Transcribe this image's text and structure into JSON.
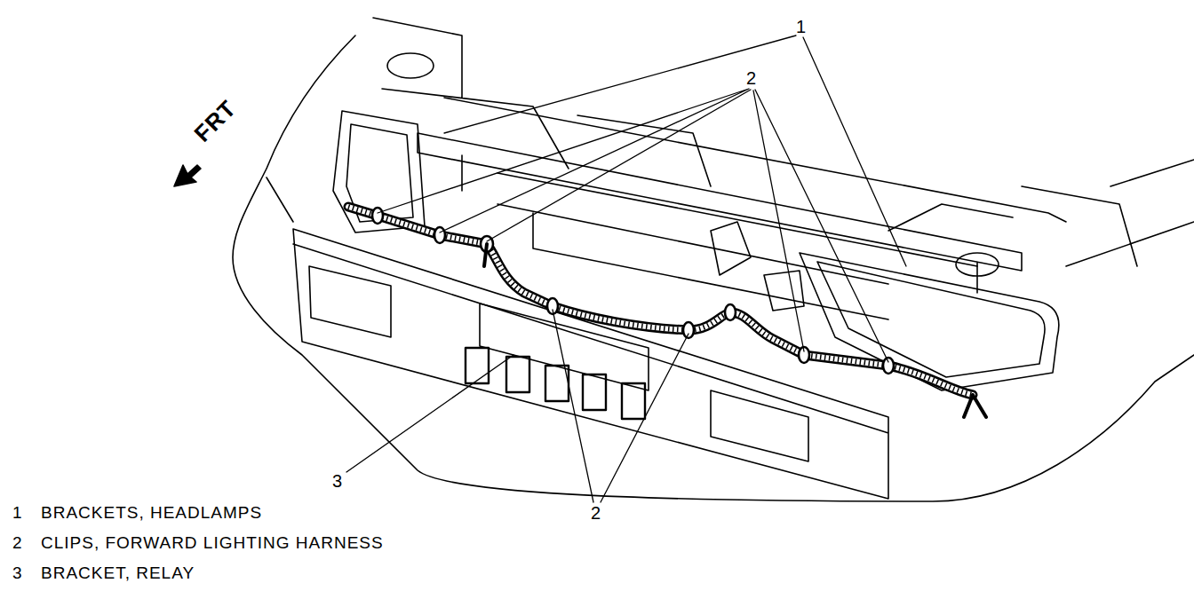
{
  "diagram": {
    "labels": [
      "FRT",
      "1",
      "2",
      "3",
      "2",
      "1",
      "BRACKETS, HEADLAMPS",
      "2",
      "CLIPS, FORWARD LIGHTING HARNESS",
      "3",
      "BRACKET, RELAY"
    ]
  }
}
